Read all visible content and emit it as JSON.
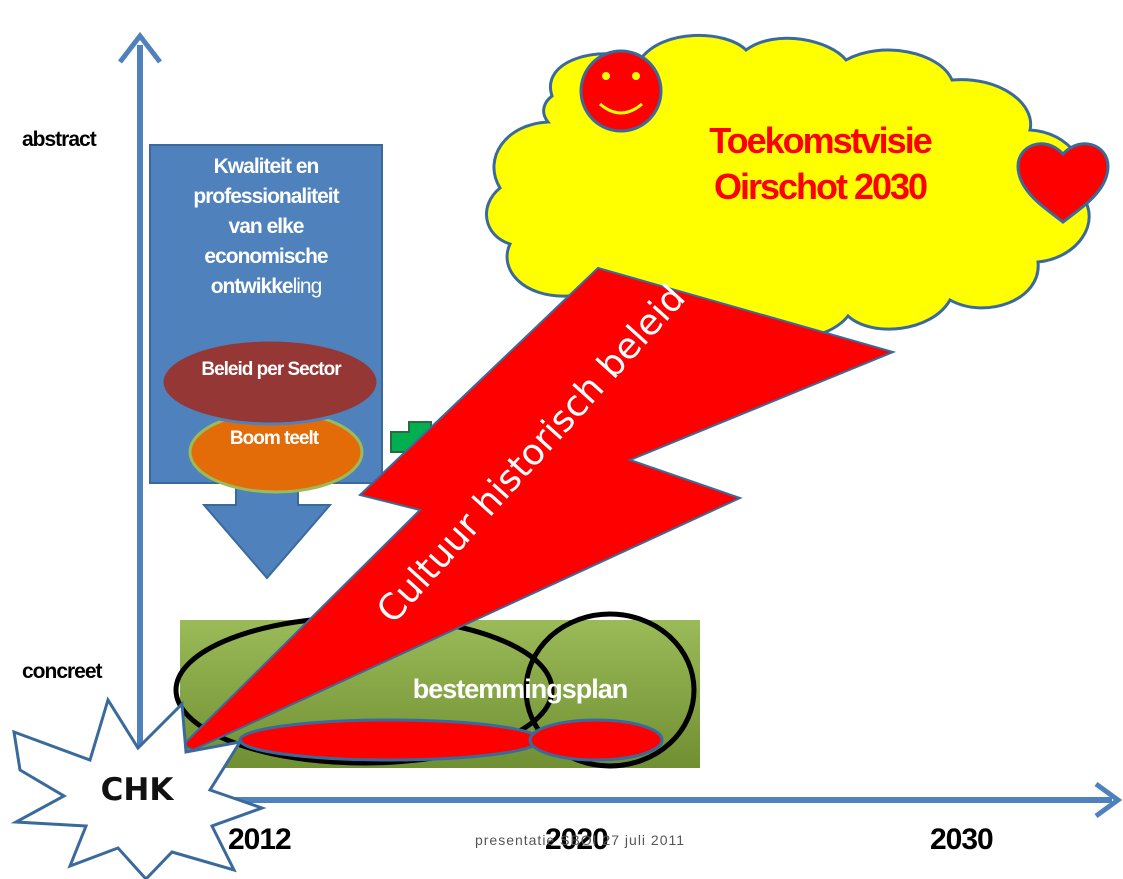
{
  "axes": {
    "y_top_label": "abstract",
    "y_bottom_label": "concreet",
    "x_ticks": [
      "2012",
      "2020",
      "2030"
    ]
  },
  "blue_box": {
    "lines": [
      "Kwaliteit en",
      "professionaliteit",
      "van elke",
      "economische"
    ],
    "last_line_bold": "ontwikke",
    "last_line_normal": "ling"
  },
  "ellipse_beleid": "Beleid per Sector",
  "ellipse_boom": "Boom teelt",
  "cloud_text": [
    "Toekomstvisie",
    "Oirschot 2030"
  ],
  "lightning_text": "Cultuur historisch beleid",
  "bestemmingsplan": "bestemmingsplan",
  "star_text": "CHK",
  "footer": "presentatie SBOI 27 juli 2011",
  "colors": {
    "axis": "#4f81bd",
    "box": "#4f81bd",
    "ellipse_beleid": "#953735",
    "ellipse_boom": "#e36c09",
    "cloud": "#ffff00",
    "lightning": "#ff0000",
    "plus": "#00b050",
    "bestemmingsplan": "#77933c"
  }
}
